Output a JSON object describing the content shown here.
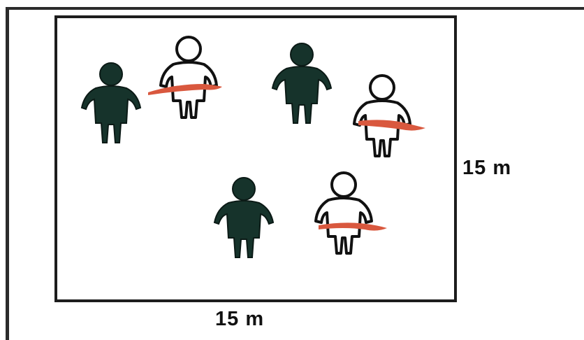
{
  "colors": {
    "frame": "#1d1d1d",
    "team_dark": "#16332b",
    "team_light": "#ffffff",
    "band": "#d9583e"
  },
  "field": {
    "width_label": "15 m",
    "height_label": "15 m"
  },
  "players": [
    {
      "team": "dark",
      "role": "player"
    },
    {
      "team": "light",
      "role": "player-with-band"
    },
    {
      "team": "dark",
      "role": "player"
    },
    {
      "team": "light",
      "role": "player-with-band"
    },
    {
      "team": "dark",
      "role": "player"
    },
    {
      "team": "light",
      "role": "player-with-band"
    }
  ]
}
